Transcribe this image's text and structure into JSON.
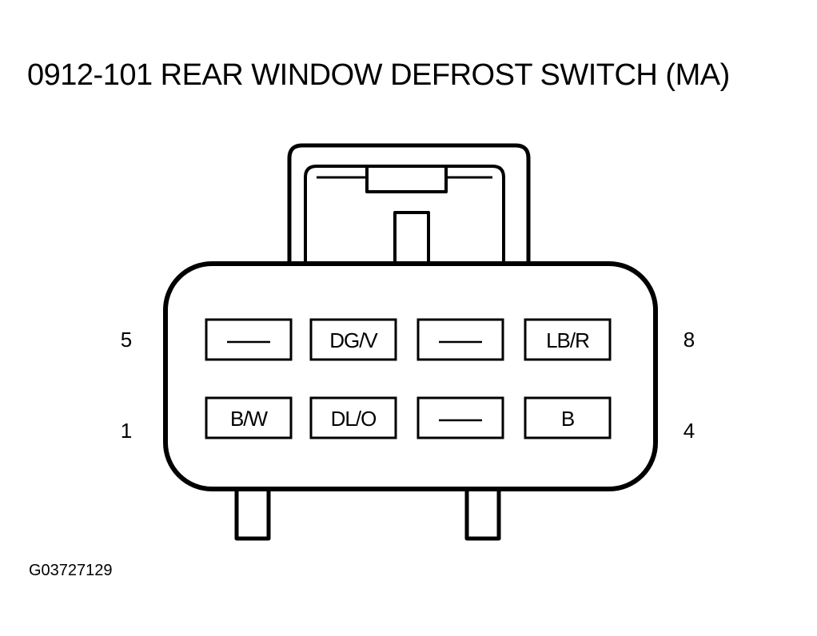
{
  "title": "0912-101 REAR WINDOW DEFROST SWITCH (MA)",
  "figure_id": "G03727129",
  "pin_numbers": {
    "top_left": "5",
    "top_right": "8",
    "bottom_left": "1",
    "bottom_right": "4"
  },
  "cavities": {
    "top": [
      {
        "label": "",
        "empty": true
      },
      {
        "label": "DG/V",
        "empty": false
      },
      {
        "label": "",
        "empty": true
      },
      {
        "label": "LB/R",
        "empty": false
      }
    ],
    "bottom": [
      {
        "label": "B/W",
        "empty": false
      },
      {
        "label": "DL/O",
        "empty": false
      },
      {
        "label": "",
        "empty": true
      },
      {
        "label": "B",
        "empty": false
      }
    ]
  },
  "colors": {
    "line": "#000000",
    "background": "#ffffff"
  }
}
